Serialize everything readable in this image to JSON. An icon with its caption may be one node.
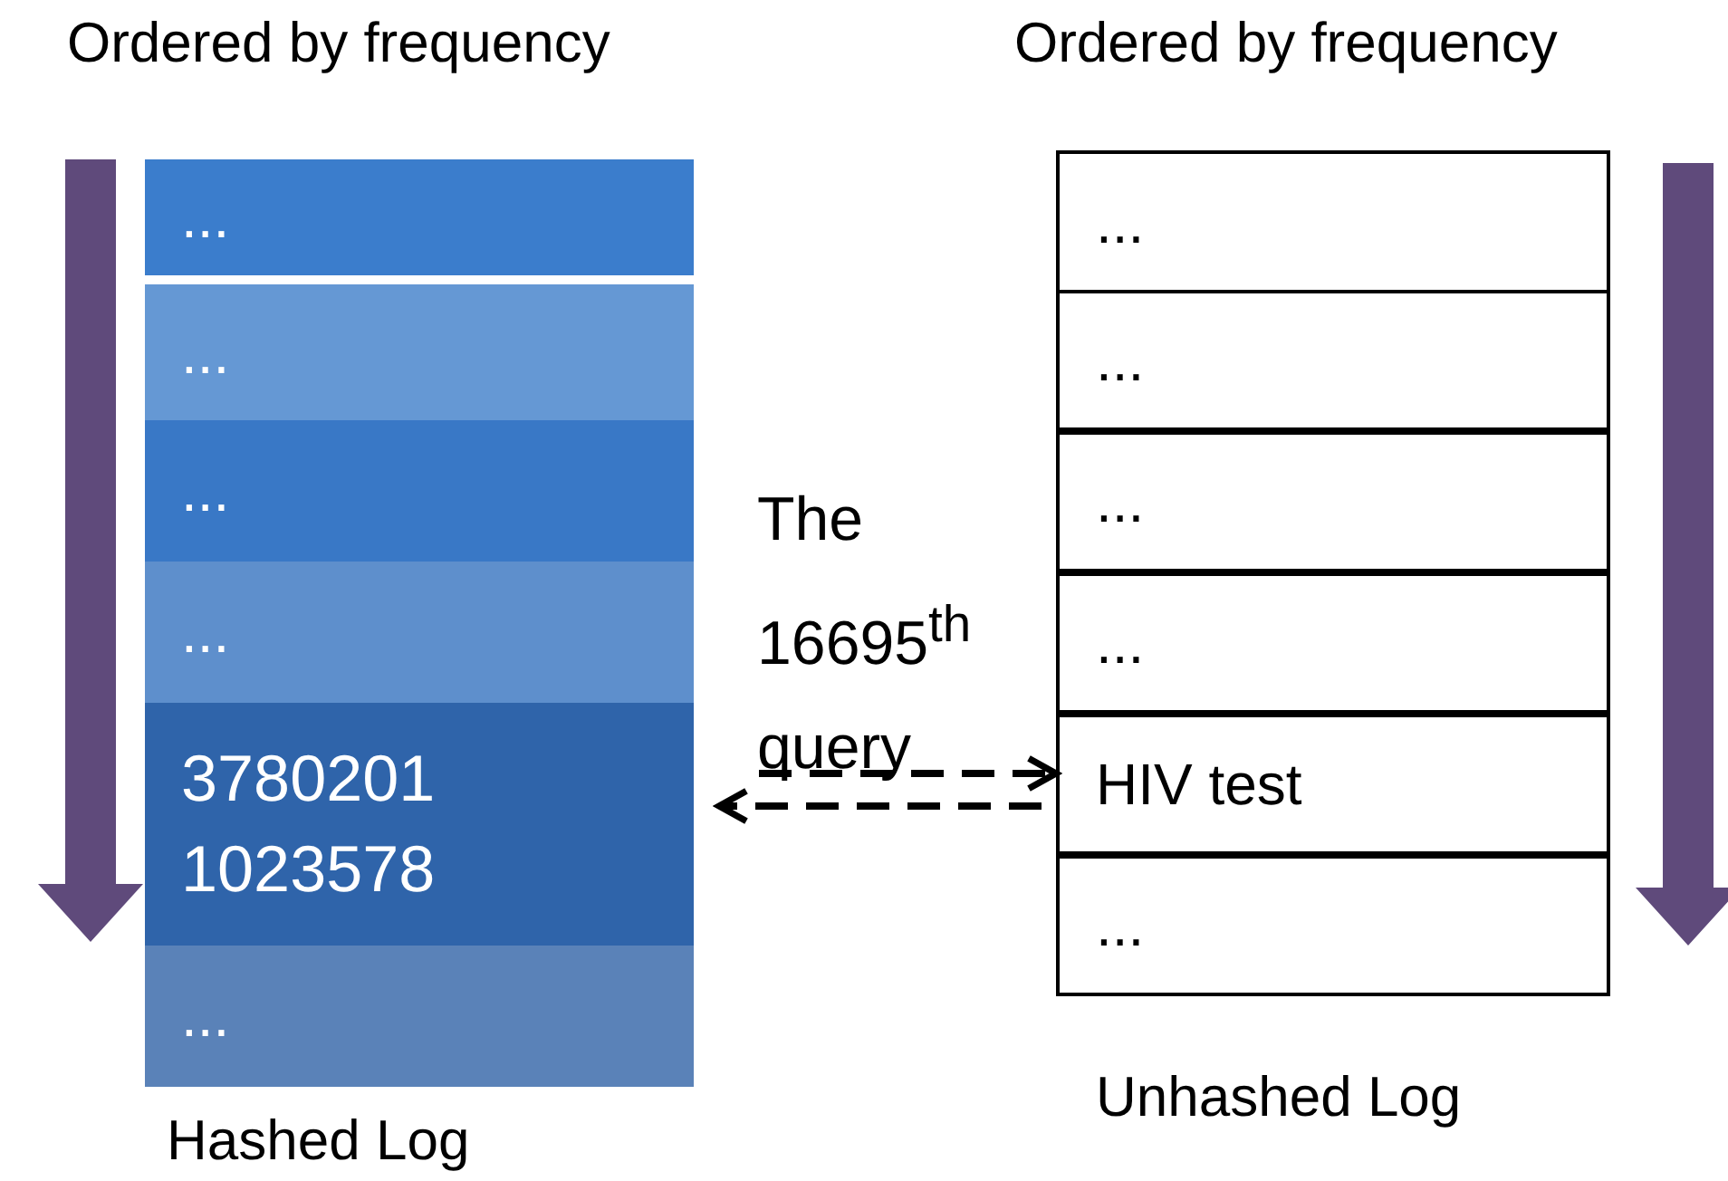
{
  "diagram": {
    "nodes": [
      {
        "text": [
          "Hashed Log"
        ]
      },
      {
        "text": [
          "..."
        ],
        "in": 0
      },
      {
        "text": [
          "..."
        ],
        "in": 0
      },
      {
        "text": [
          "..."
        ],
        "in": 0
      },
      {
        "text": [
          "..."
        ],
        "in": 0
      },
      {
        "text": [
          "3780201 1023578"
        ],
        "in": 0
      },
      {
        "text": [
          "..."
        ],
        "in": 0
      },
      {
        "text": [
          "Unhashed Log"
        ]
      },
      {
        "text": [
          "..."
        ],
        "in": 7
      },
      {
        "text": [
          "..."
        ],
        "in": 7
      },
      {
        "text": [
          "..."
        ],
        "in": 7
      },
      {
        "text": [
          "..."
        ],
        "in": 7
      },
      {
        "text": [
          "HIV test"
        ],
        "in": 7
      },
      {
        "text": [
          "..."
        ],
        "in": 7
      }
    ],
    "edges": [
      {
        "from": 5,
        "to": 12,
        "arrow": "to",
        "style": "dashed"
      },
      {
        "from": 12,
        "to": 5,
        "arrow": "to",
        "style": "dashed"
      }
    ],
    "labels": [
      "Ordered by frequency",
      "Ordered by frequency",
      "The 16695$^{th}$ query"
    ]
  }
}
